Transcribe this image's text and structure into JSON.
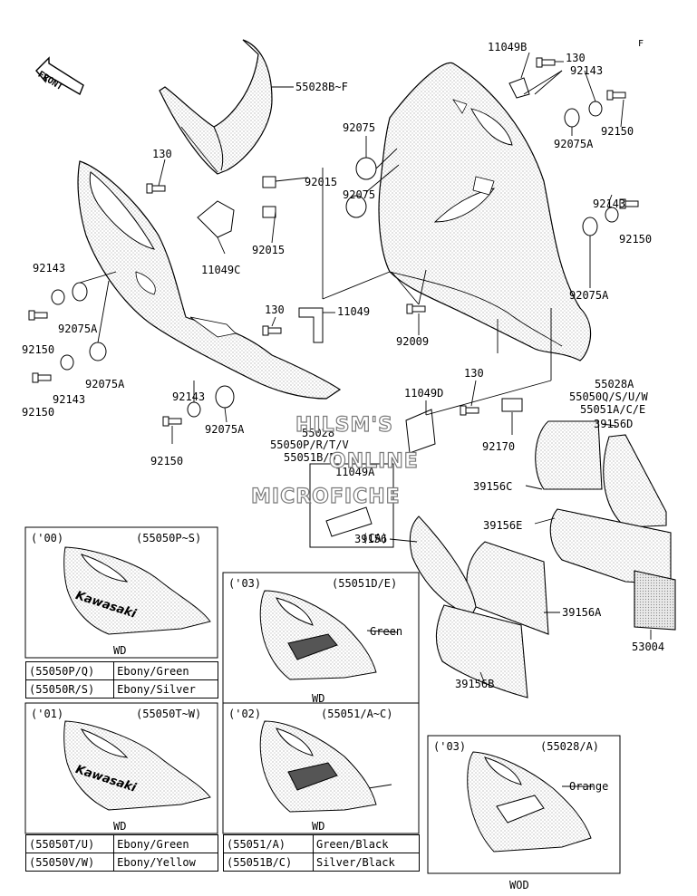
{
  "page": {
    "corner_code": "F",
    "front_label": "FRONT"
  },
  "parts": {
    "p55028BF": "55028B~F",
    "p11049B": "11049B",
    "p130a": "130",
    "p92143a": "92143",
    "p92150a": "92150",
    "p92075A_tr": "92075A",
    "p92075_a": "92075",
    "p92015_a": "92015",
    "p92075_b": "92075",
    "p130b": "130",
    "p11049C": "11049C",
    "p92015_b": "92015",
    "p92143b": "92143",
    "p92150b": "92150",
    "p92075A_r": "92075A",
    "p92143c": "92143",
    "p92075A_l1": "92075A",
    "p92150c": "92150",
    "p92075A_l2": "92075A",
    "p92143d": "92143",
    "p92150d": "92150",
    "p130c": "130",
    "p11049": "11049",
    "p92009": "92009",
    "p55028A": "55028A",
    "p55050QSUW": "55050Q/S/U/W",
    "p55051ACE": "55051A/C/E",
    "p39156D": "39156D",
    "p92143e": "92143",
    "p92075A_c": "92075A",
    "p92150e": "92150",
    "p11049D": "11049D",
    "p130d": "130",
    "p92170": "92170",
    "p55028": "55028",
    "p55050PRTV": "55050P/R/T/V",
    "p55051BD": "55051B/D",
    "p11049A": "11049A",
    "p39156C": "39156C",
    "p39156E": "39156E",
    "p39156": "39156",
    "p39156A": "39156A",
    "p53004": "53004",
    "p39156B": "39156B",
    "ca": "(CA)"
  },
  "watermark": {
    "line1": "HILSM'S",
    "line2": "ONLINE",
    "line3": "MICROFICHE"
  },
  "variants": {
    "v00": {
      "year": "('00)",
      "code": "(55050P~S)",
      "brand": "Kawasaki",
      "footer": "WD",
      "colors": [
        {
          "code": "(55050P/Q)",
          "color": "Ebony/Green"
        },
        {
          "code": "(55050R/S)",
          "color": "Ebony/Silver"
        }
      ]
    },
    "v03a": {
      "year": "('03)",
      "code": "(55051D/E)",
      "note": "Green",
      "footer": "WD"
    },
    "v01": {
      "year": "('01)",
      "code": "(55050T~W)",
      "brand": "Kawasaki",
      "footer": "WD",
      "colors": [
        {
          "code": "(55050T/U)",
          "color": "Ebony/Green"
        },
        {
          "code": "(55050V/W)",
          "color": "Ebony/Yellow"
        }
      ]
    },
    "v02": {
      "year": "('02)",
      "code": "(55051/A~C)",
      "footer": "WD",
      "colors": [
        {
          "code": "(55051/A)",
          "color": "Green/Black"
        },
        {
          "code": "(55051B/C)",
          "color": "Silver/Black"
        }
      ]
    },
    "v03b": {
      "year": "('03)",
      "code": "(55028/A)",
      "note": "Orange",
      "footer": "WOD"
    }
  }
}
